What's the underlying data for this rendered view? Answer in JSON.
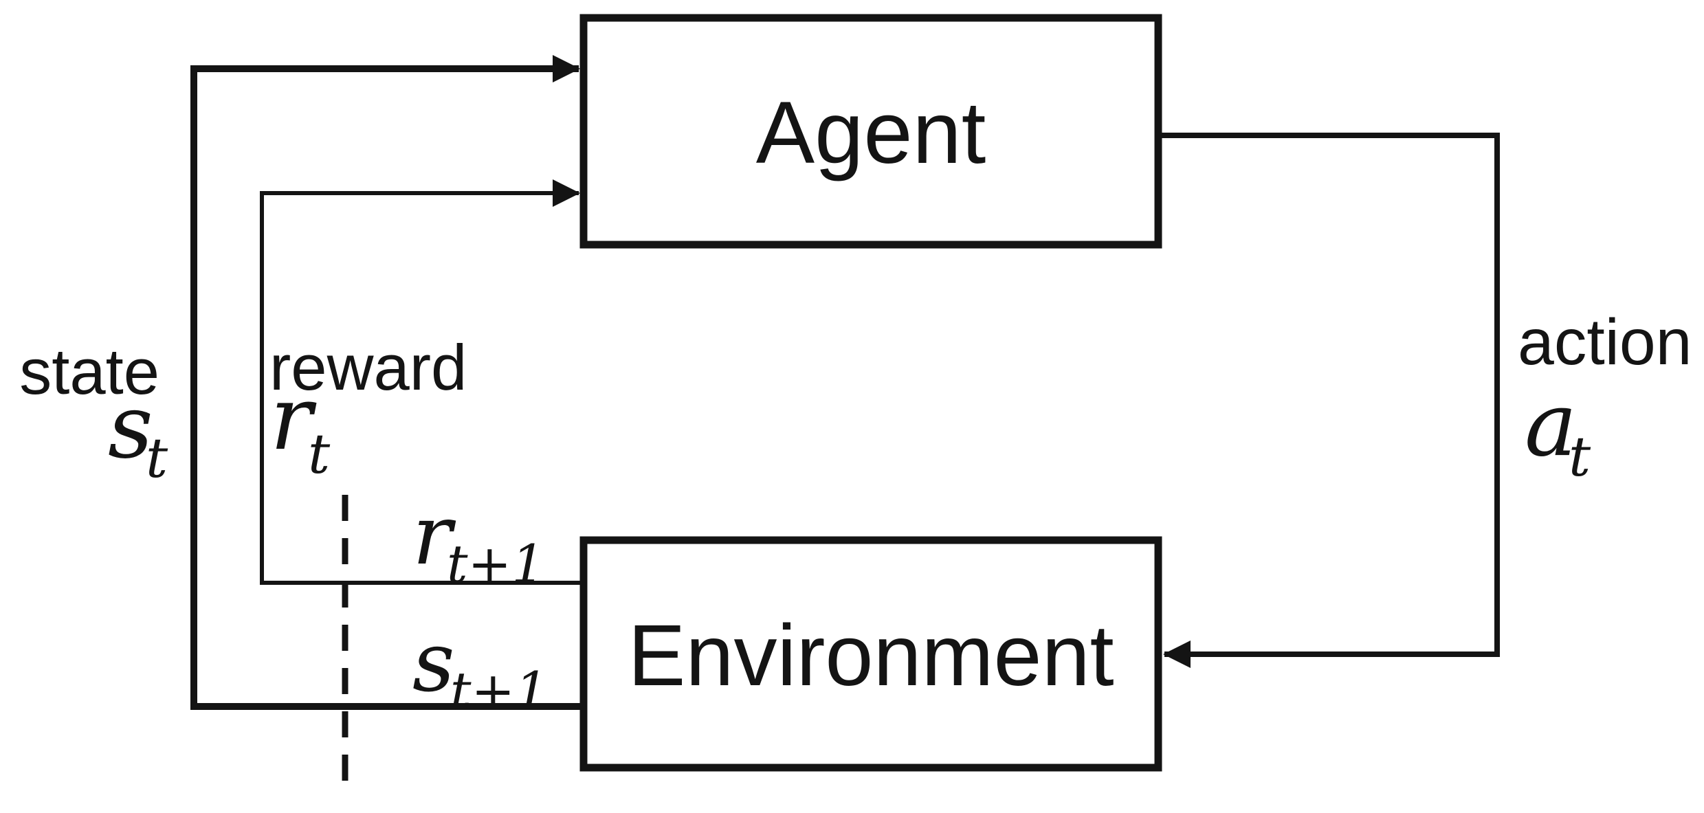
{
  "diagram": {
    "nodes": {
      "agent": {
        "label": "Agent"
      },
      "environment": {
        "label": "Environment"
      }
    },
    "edges": {
      "state": {
        "label": "state",
        "symbol_base": "s",
        "symbol_sub": "t"
      },
      "reward": {
        "label": "reward",
        "symbol_base": "r",
        "symbol_sub": "t"
      },
      "action": {
        "label": "action",
        "symbol_base": "a",
        "symbol_sub": "t"
      },
      "next_reward": {
        "symbol_base": "r",
        "symbol_sub": "t+1"
      },
      "next_state": {
        "symbol_base": "s",
        "symbol_sub": "t+1"
      }
    },
    "colors": {
      "line": "#141414",
      "background": "#ffffff",
      "text": "#141414"
    }
  }
}
